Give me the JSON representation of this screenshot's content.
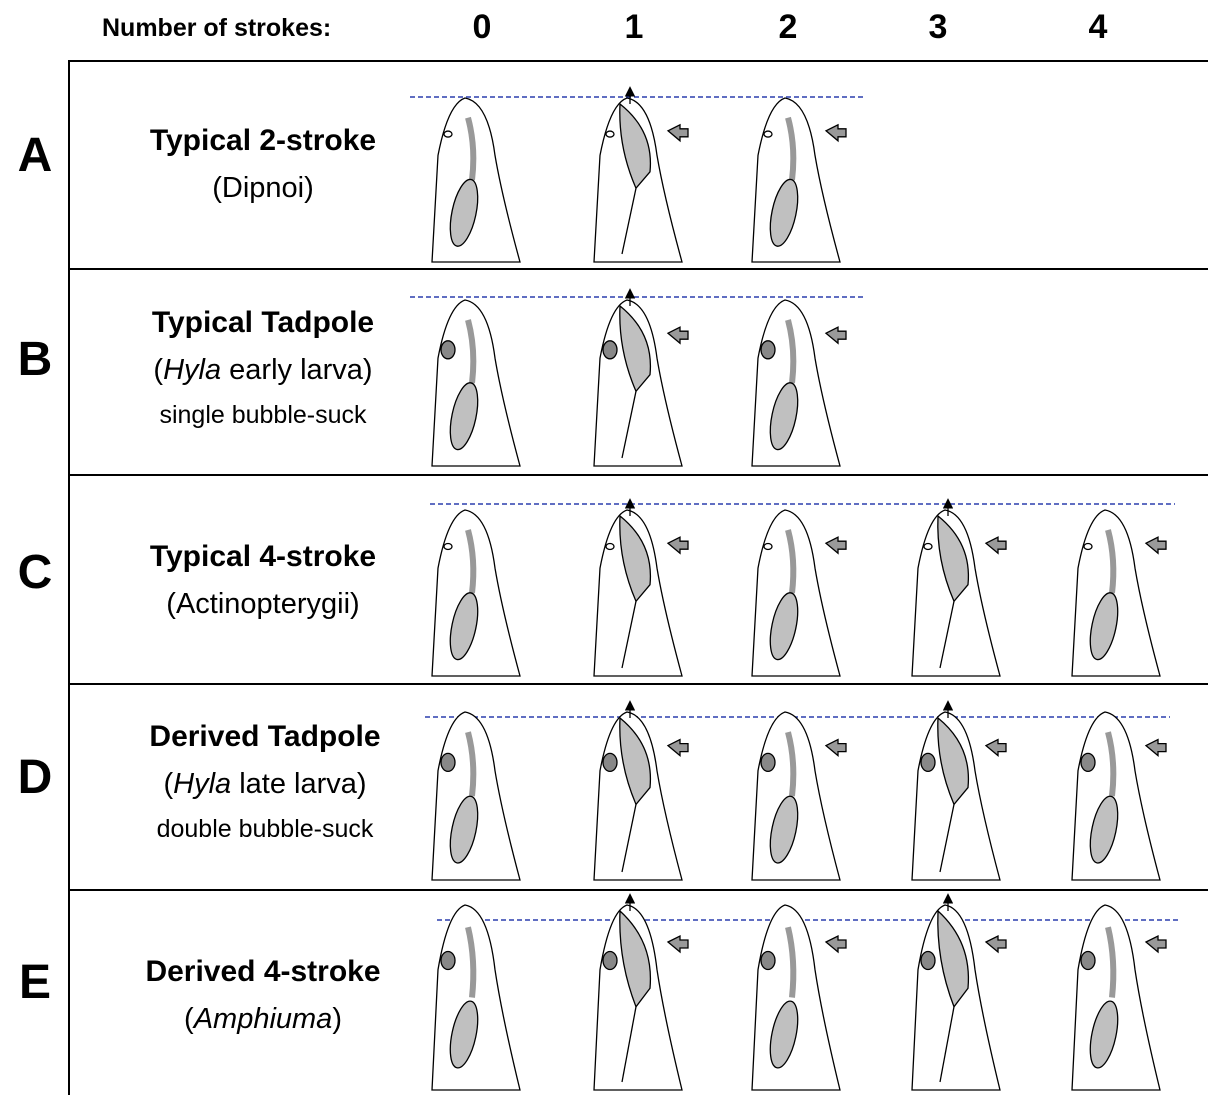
{
  "header": {
    "label": "Number of strokes:",
    "columns": [
      "0",
      "1",
      "2",
      "3",
      "4"
    ]
  },
  "rows": [
    {
      "letter": "A",
      "title": "Typical 2-stroke",
      "subtitle": "(Dipnoi)",
      "note": "",
      "strokes": 3
    },
    {
      "letter": "B",
      "title": "Typical Tadpole",
      "subtitle_italic": "Hyla",
      "subtitle_rest": " early larva)",
      "subtitle_prefix": "(",
      "note": "single bubble-suck",
      "strokes": 3
    },
    {
      "letter": "C",
      "title": "Typical 4-stroke",
      "subtitle": "(Actinopterygii)",
      "note": "",
      "strokes": 5
    },
    {
      "letter": "D",
      "title": "Derived Tadpole",
      "subtitle_prefix": "(",
      "subtitle_italic": "Hyla",
      "subtitle_rest": " late larva)",
      "note": "double bubble-suck",
      "strokes": 5
    },
    {
      "letter": "E",
      "title": "Derived 4-stroke",
      "subtitle_prefix": "(",
      "subtitle_italic": "Amphiuma",
      "subtitle_rest": ")",
      "note": "",
      "strokes": 5
    }
  ],
  "colors": {
    "fill": "#c0c0c0",
    "water_line": "#2b3fae",
    "outline": "#000000"
  }
}
